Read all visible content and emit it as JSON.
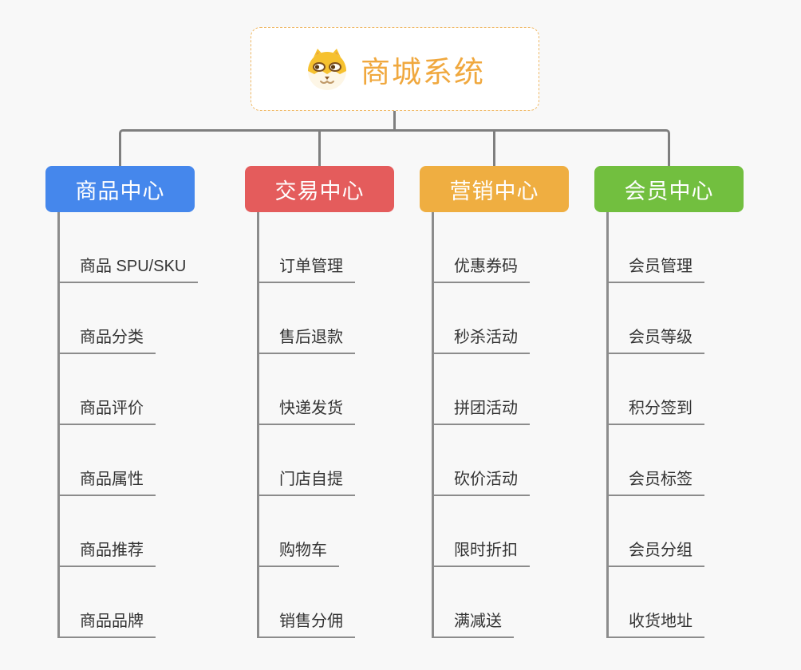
{
  "root": {
    "title": "商城系统",
    "icon": "dog-face-icon"
  },
  "colors": {
    "background": "#f8f8f8",
    "connector": "#7f7f7f",
    "leaf_line": "#8c8c8c",
    "leaf_text": "#333333",
    "root_accent": "#f0a83e",
    "root_border": "#f0b966",
    "branch_product": "#4587ec",
    "branch_trade": "#e45c5c",
    "branch_marketing": "#efae41",
    "branch_member": "#72bf3f"
  },
  "branches": [
    {
      "label": "商品中心",
      "color": "#4587ec",
      "items": [
        "商品 SPU/SKU",
        "商品分类",
        "商品评价",
        "商品属性",
        "商品推荐",
        "商品品牌"
      ]
    },
    {
      "label": "交易中心",
      "color": "#e45c5c",
      "items": [
        "订单管理",
        "售后退款",
        "快递发货",
        "门店自提",
        "购物车",
        "销售分佣"
      ]
    },
    {
      "label": "营销中心",
      "color": "#efae41",
      "items": [
        "优惠券码",
        "秒杀活动",
        "拼团活动",
        "砍价活动",
        "限时折扣",
        "满减送"
      ]
    },
    {
      "label": "会员中心",
      "color": "#72bf3f",
      "items": [
        "会员管理",
        "会员等级",
        "积分签到",
        "会员标签",
        "会员分组",
        "收货地址"
      ]
    }
  ]
}
